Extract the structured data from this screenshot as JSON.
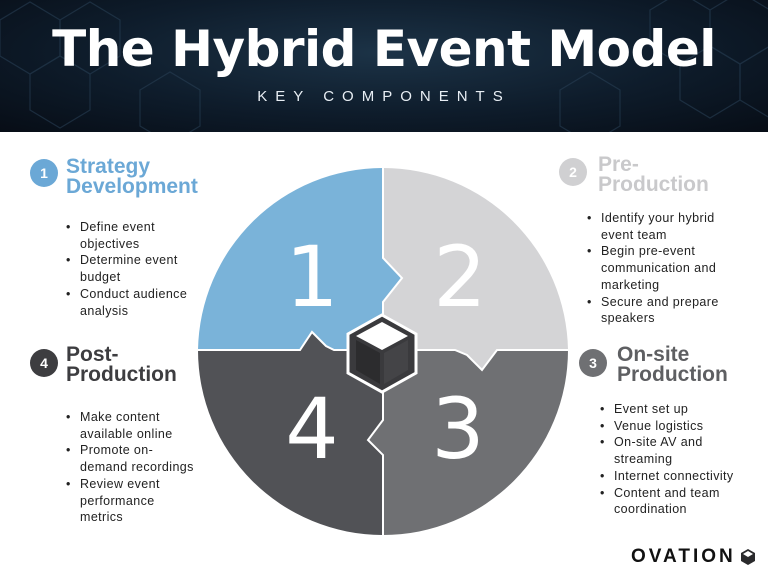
{
  "header": {
    "title": "The Hybrid Event Model",
    "subtitle": "KEY COMPONENTS"
  },
  "colors": {
    "blue": "#7ab3d9",
    "light_gray": "#d4d4d6",
    "mid_gray": "#6f7073",
    "dark_gray": "#515256",
    "title_blue": "#6ba8d6",
    "title_gray": "#c9c9cb",
    "title_dark": "#3d3d40"
  },
  "quadrants": [
    {
      "number": "1",
      "color": "blue"
    },
    {
      "number": "2",
      "color": "light_gray"
    },
    {
      "number": "3",
      "color": "mid_gray"
    },
    {
      "number": "4",
      "color": "dark_gray"
    }
  ],
  "sections": [
    {
      "number": "1",
      "title_line1": "Strategy",
      "title_line2": "Development",
      "bullets": [
        "Define event objectives",
        "Determine event budget",
        "Conduct audience analysis"
      ]
    },
    {
      "number": "2",
      "title_line1": "Pre-",
      "title_line2": "Production",
      "bullets": [
        "Identify your hybrid event team",
        "Begin pre-event communication and marketing",
        "Secure and prepare speakers"
      ]
    },
    {
      "number": "3",
      "title_line1": "On-site",
      "title_line2": "Production",
      "bullets": [
        "Event set up",
        "Venue logistics",
        "On-site AV and streaming",
        "Internet connectivity",
        "Content and team coordination"
      ]
    },
    {
      "number": "4",
      "title_line1": "Post-",
      "title_line2": "Production",
      "bullets": [
        "Make content available online",
        "Promote on-demand recordings",
        "Review event performance metrics"
      ]
    }
  ],
  "logo": {
    "text": "OVATION",
    "icon": "cube-icon"
  }
}
